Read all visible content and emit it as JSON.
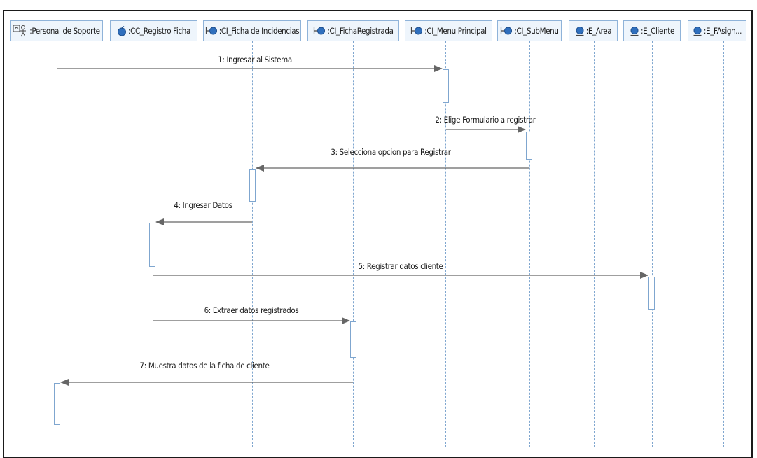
{
  "diagram": {
    "lifelines": [
      {
        "id": "personal",
        "icon": "actor-icon",
        "label": ":Personal de Soporte"
      },
      {
        "id": "registro",
        "icon": "control-icon",
        "label": ":CC_Registro Ficha"
      },
      {
        "id": "ficha_inc",
        "icon": "boundary-icon",
        "label": ":CI_Ficha de Incidencias"
      },
      {
        "id": "ficha_reg",
        "icon": "boundary-icon",
        "label": ":CI_FichaRegistrada"
      },
      {
        "id": "menu",
        "icon": "boundary-icon",
        "label": ":CI_Menu Principal"
      },
      {
        "id": "submenu",
        "icon": "boundary-icon",
        "label": ":CI_SubMenu"
      },
      {
        "id": "area",
        "icon": "entity-icon",
        "label": ":E_Area"
      },
      {
        "id": "cliente",
        "icon": "entity-icon",
        "label": ":E_Cliente"
      },
      {
        "id": "fasign",
        "icon": "entity-icon",
        "label": ":E_FAsign..."
      }
    ],
    "messages": [
      {
        "label": "1: Ingresar al Sistema",
        "from": "personal",
        "to": "menu"
      },
      {
        "label": "2: Elige Formulario a registrar",
        "from": "menu",
        "to": "submenu"
      },
      {
        "label": "3: Selecciona opcion para Registrar",
        "from": "submenu",
        "to": "ficha_inc"
      },
      {
        "label": "4: Ingresar Datos",
        "from": "ficha_inc",
        "to": "registro"
      },
      {
        "label": "5: Registrar datos cliente",
        "from": "registro",
        "to": "cliente"
      },
      {
        "label": "6: Extraer datos registrados",
        "from": "registro",
        "to": "ficha_reg"
      },
      {
        "label": "7: Muestra datos de la ficha de cliente",
        "from": "ficha_reg",
        "to": "personal"
      }
    ],
    "colors": {
      "header_fill": "#eef5fc",
      "header_border": "#8fb3d9",
      "lifeline": "#7fa6cf",
      "arrow": "#666666",
      "icon": "#2f6fbd"
    }
  }
}
